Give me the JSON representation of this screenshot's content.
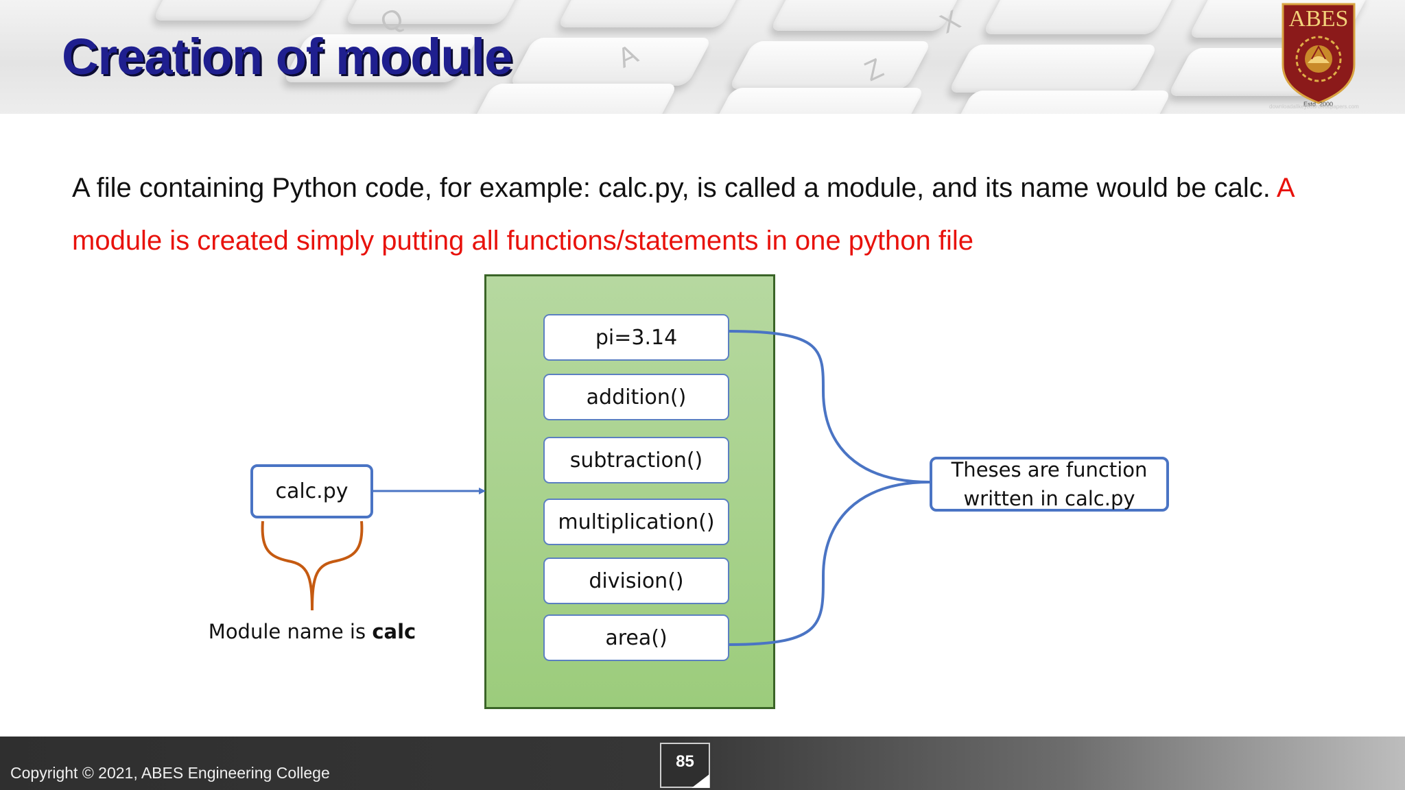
{
  "slide": {
    "title": "Creation of module",
    "paragraph_plain": "A file containing Python code, for example: calc.py, is called a module, and its name would be calc.",
    "paragraph_highlight": "A module is created simply putting all functions/statements in one python file"
  },
  "logo": {
    "name": "ABES",
    "est": "Estd. 2000",
    "watermark": "downloadallkeyboardwallpapers.com"
  },
  "diagram": {
    "file_name": "calc.py",
    "module_caption_prefix": "Module name is",
    "module_caption_name": "calc",
    "functions": [
      "pi=3.14",
      "addition()",
      "subtraction()",
      "multiplication()",
      "division()",
      "area()"
    ],
    "note_line1": "Theses are function",
    "note_line2": "written in calc.py"
  },
  "footer": {
    "copyright": "Copyright © 2021, ABES Engineering College",
    "page_number": "85"
  },
  "colors": {
    "title": "#1f1f8f",
    "highlight": "#e8120c",
    "container_fill": "#a9d18e",
    "container_border": "#3a6427",
    "connector_blue": "#4a74c4",
    "brace_orange": "#c55a11"
  }
}
